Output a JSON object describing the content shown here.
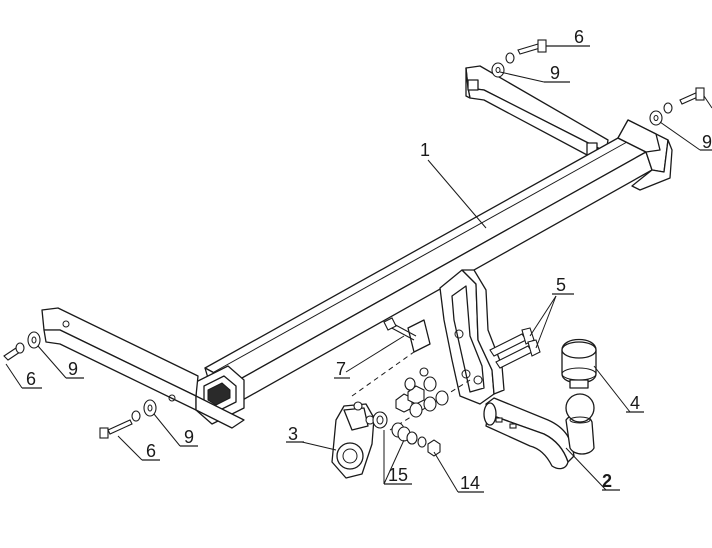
{
  "diagram": {
    "callouts": {
      "c1": "1",
      "c2": "2",
      "c3": "3",
      "c4": "4",
      "c5": "5",
      "c6_top": "6",
      "c6_left": "6",
      "c6_bottom": "6",
      "c7": "7",
      "c9_top": "9",
      "c9_right": "9",
      "c9_left": "9",
      "c9_bottom": "9",
      "c14": "14",
      "c15": "15"
    }
  }
}
